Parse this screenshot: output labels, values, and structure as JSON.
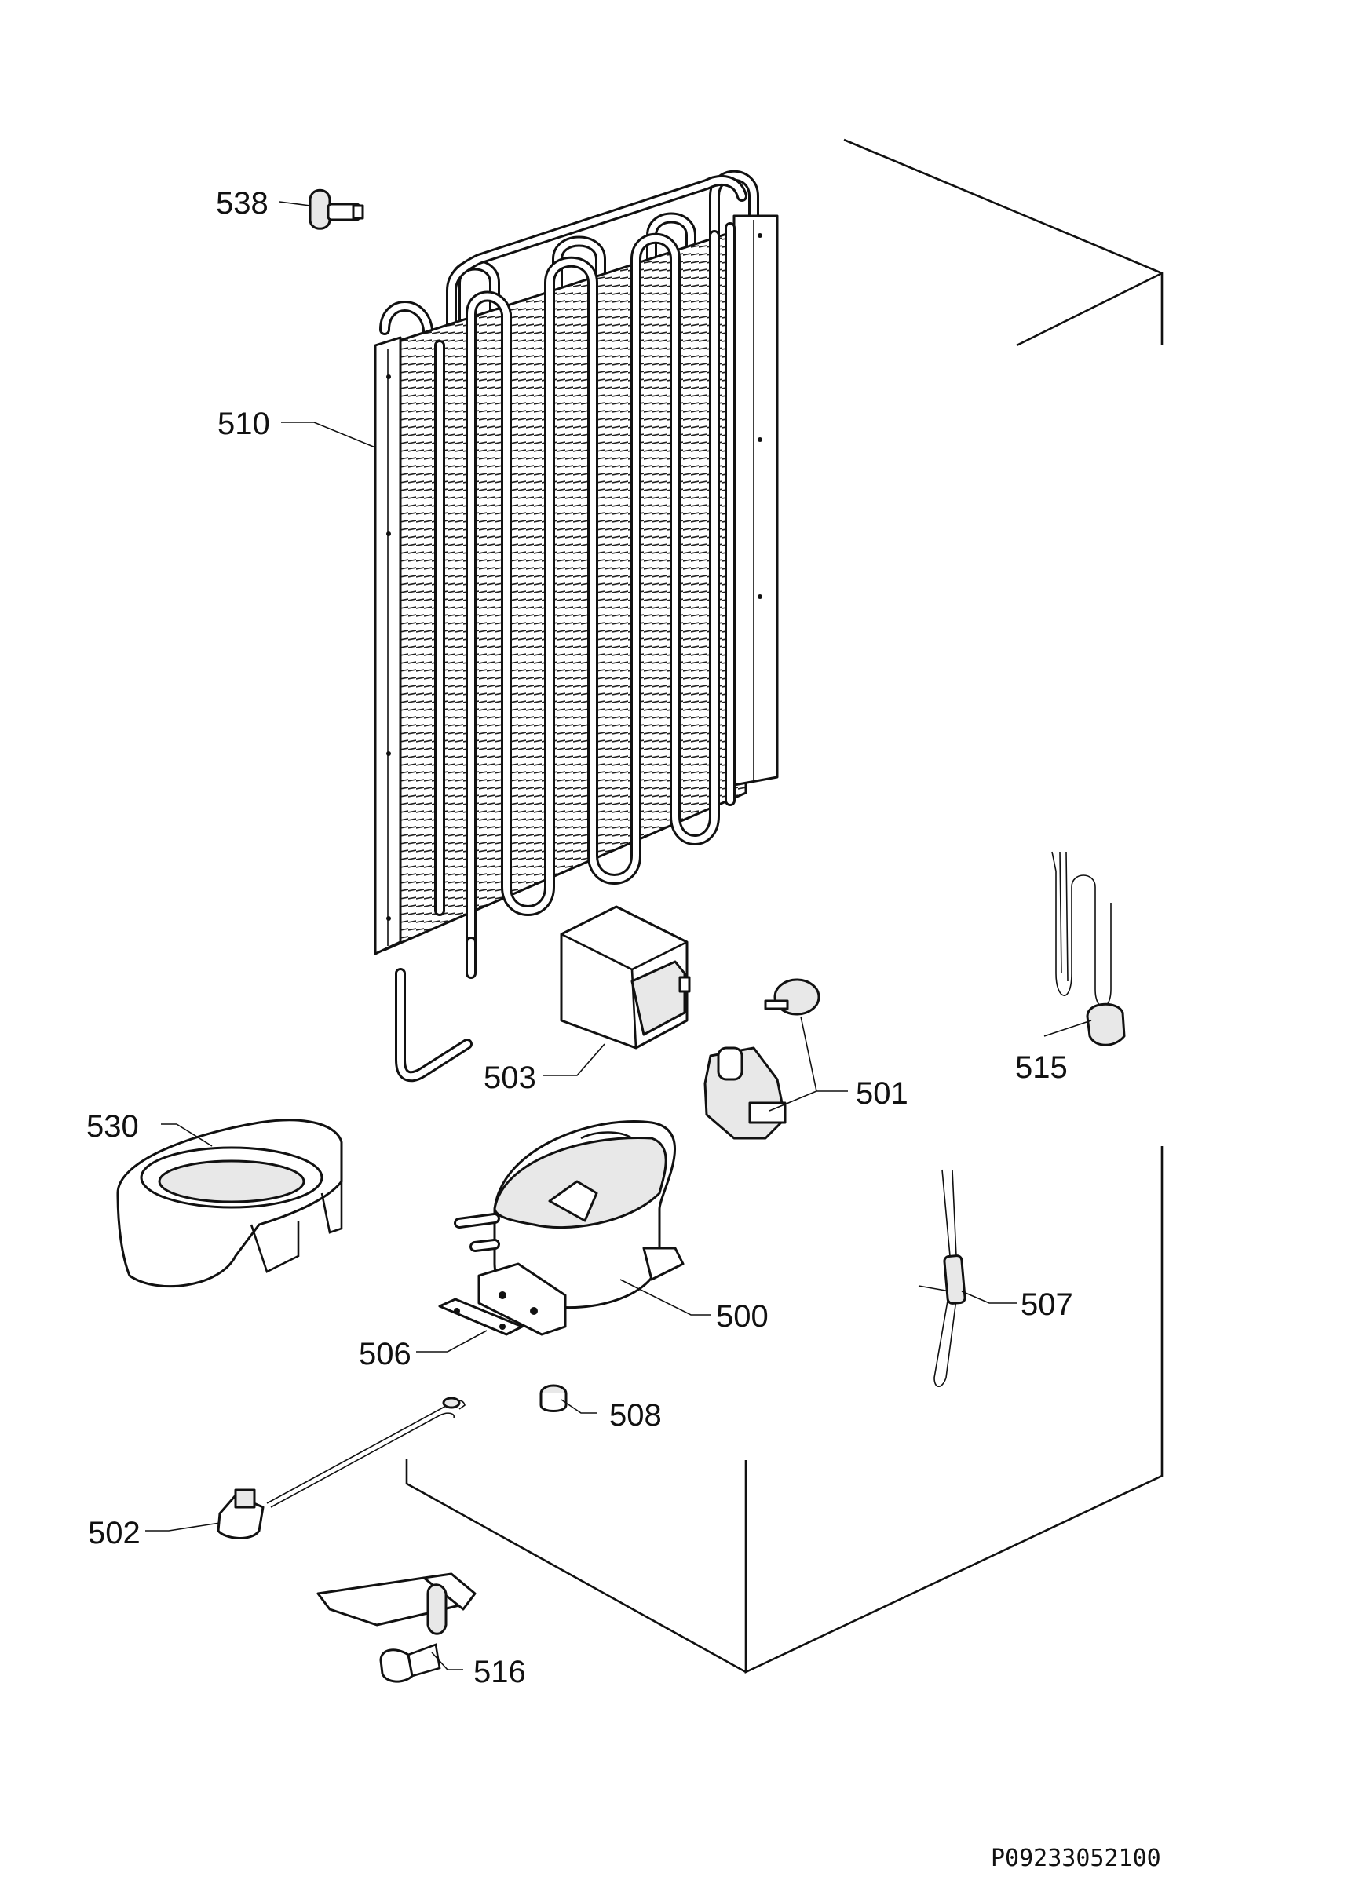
{
  "diagram": {
    "parts": [
      {
        "id": "538",
        "label": "538"
      },
      {
        "id": "510",
        "label": "510"
      },
      {
        "id": "503",
        "label": "503"
      },
      {
        "id": "501",
        "label": "501"
      },
      {
        "id": "515",
        "label": "515"
      },
      {
        "id": "530",
        "label": "530"
      },
      {
        "id": "500",
        "label": "500"
      },
      {
        "id": "506",
        "label": "506"
      },
      {
        "id": "507",
        "label": "507"
      },
      {
        "id": "508",
        "label": "508"
      },
      {
        "id": "502",
        "label": "502"
      },
      {
        "id": "516",
        "label": "516"
      }
    ],
    "drawing_code": "P09233052100"
  }
}
